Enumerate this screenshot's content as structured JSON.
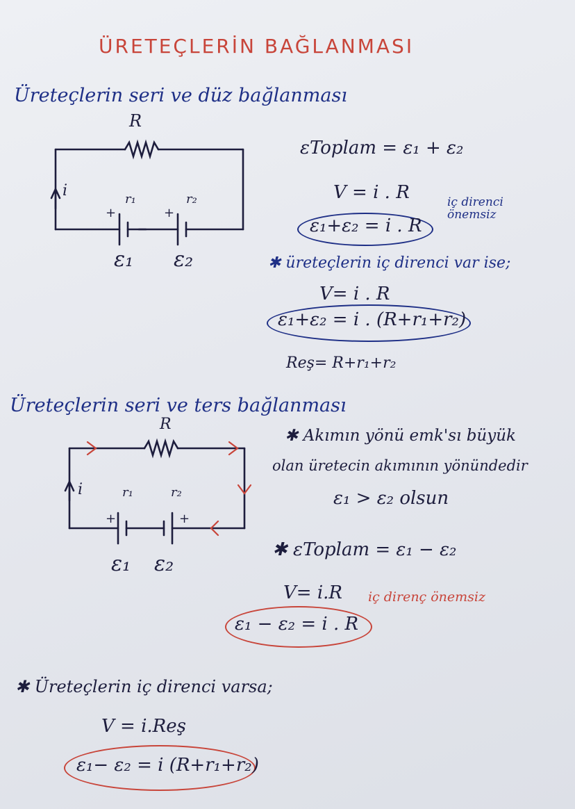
{
  "title": "ÜRETEÇLERİN BAĞLANMASI",
  "section1": {
    "heading": "Üreteçlerin seri ve düz bağlanması",
    "circuit": {
      "resistor_label": "R",
      "current_label": "i",
      "r1_label": "r₁",
      "r2_label": "r₂",
      "e1_label": "ε₁",
      "e2_label": "ε₂",
      "plus1": "+",
      "plus2": "+"
    },
    "formula_total": "εToplam = ε₁ + ε₂",
    "formula_v": "V = i . R",
    "formula_boxed": "ε₁+ε₂ = i . R",
    "side_note": "iç direnci önemsiz",
    "internal_note": "✱ üreteçlerin iç direnci var ise;",
    "formula_v2": "V= i . R",
    "formula_boxed2": "ε₁+ε₂ = i . (R+r₁+r₂)",
    "formula_req": "Reş= R+r₁+r₂"
  },
  "section2": {
    "heading": "Üreteçlerin seri ve ters bağlanması",
    "circuit": {
      "resistor_label": "R",
      "current_label": "i",
      "r1_label": "r₁",
      "r2_label": "r₂",
      "e1_label": "ε₁",
      "e2_label": "ε₂",
      "plus1": "+",
      "plus2": "+"
    },
    "note_line1": "✱ Akımın yönü emk'sı büyük",
    "note_line2": "olan üretecin akımının yönündedir",
    "condition": "ε₁ > ε₂ olsun",
    "formula_total": "✱ εToplam = ε₁ − ε₂",
    "formula_v": "V= i.R",
    "side_note": "iç direnç önemsiz",
    "formula_boxed": "ε₁ − ε₂ = i . R",
    "internal_note": "✱ Üreteçlerin iç direnci varsa;",
    "formula_v2": "V = i.Reş",
    "formula_boxed2": "ε₁− ε₂ = i (R+r₁+r₂)"
  },
  "colors": {
    "red": "#c8453a",
    "blue": "#1e2f86",
    "dark": "#1d1d3d",
    "green": "#2a7a5b"
  }
}
